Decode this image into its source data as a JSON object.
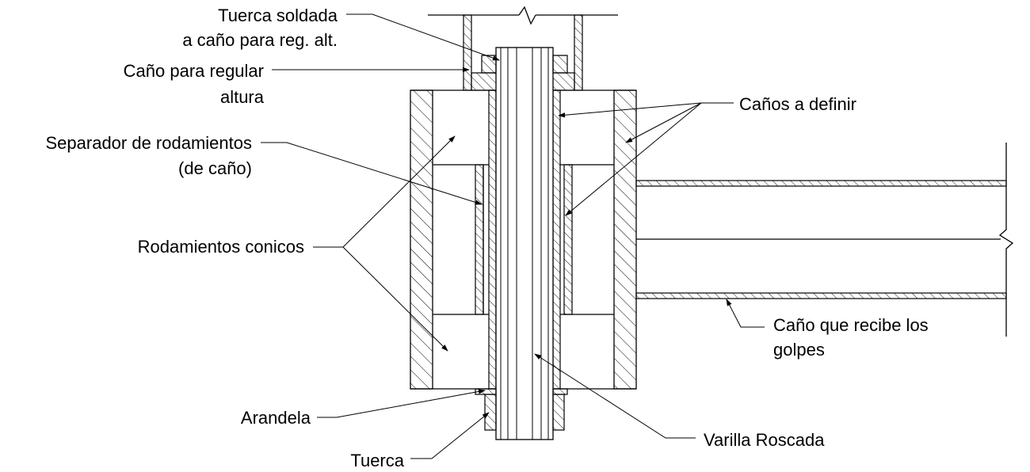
{
  "labels": {
    "tuerca_soldada_1": "Tuerca soldada",
    "tuerca_soldada_2": "a caño para reg. alt.",
    "cano_regular_1": "Caño para regular",
    "cano_regular_2": "altura",
    "canos_definir": "Caños a definir",
    "separador_1": "Separador de rodamientos",
    "separador_2": "(de caño)",
    "rodamientos": "Rodamientos conicos",
    "cano_golpes_1": "Caño que recibe los",
    "cano_golpes_2": "golpes",
    "arandela": "Arandela",
    "varilla": "Varilla Roscada",
    "tuerca": "Tuerca"
  }
}
